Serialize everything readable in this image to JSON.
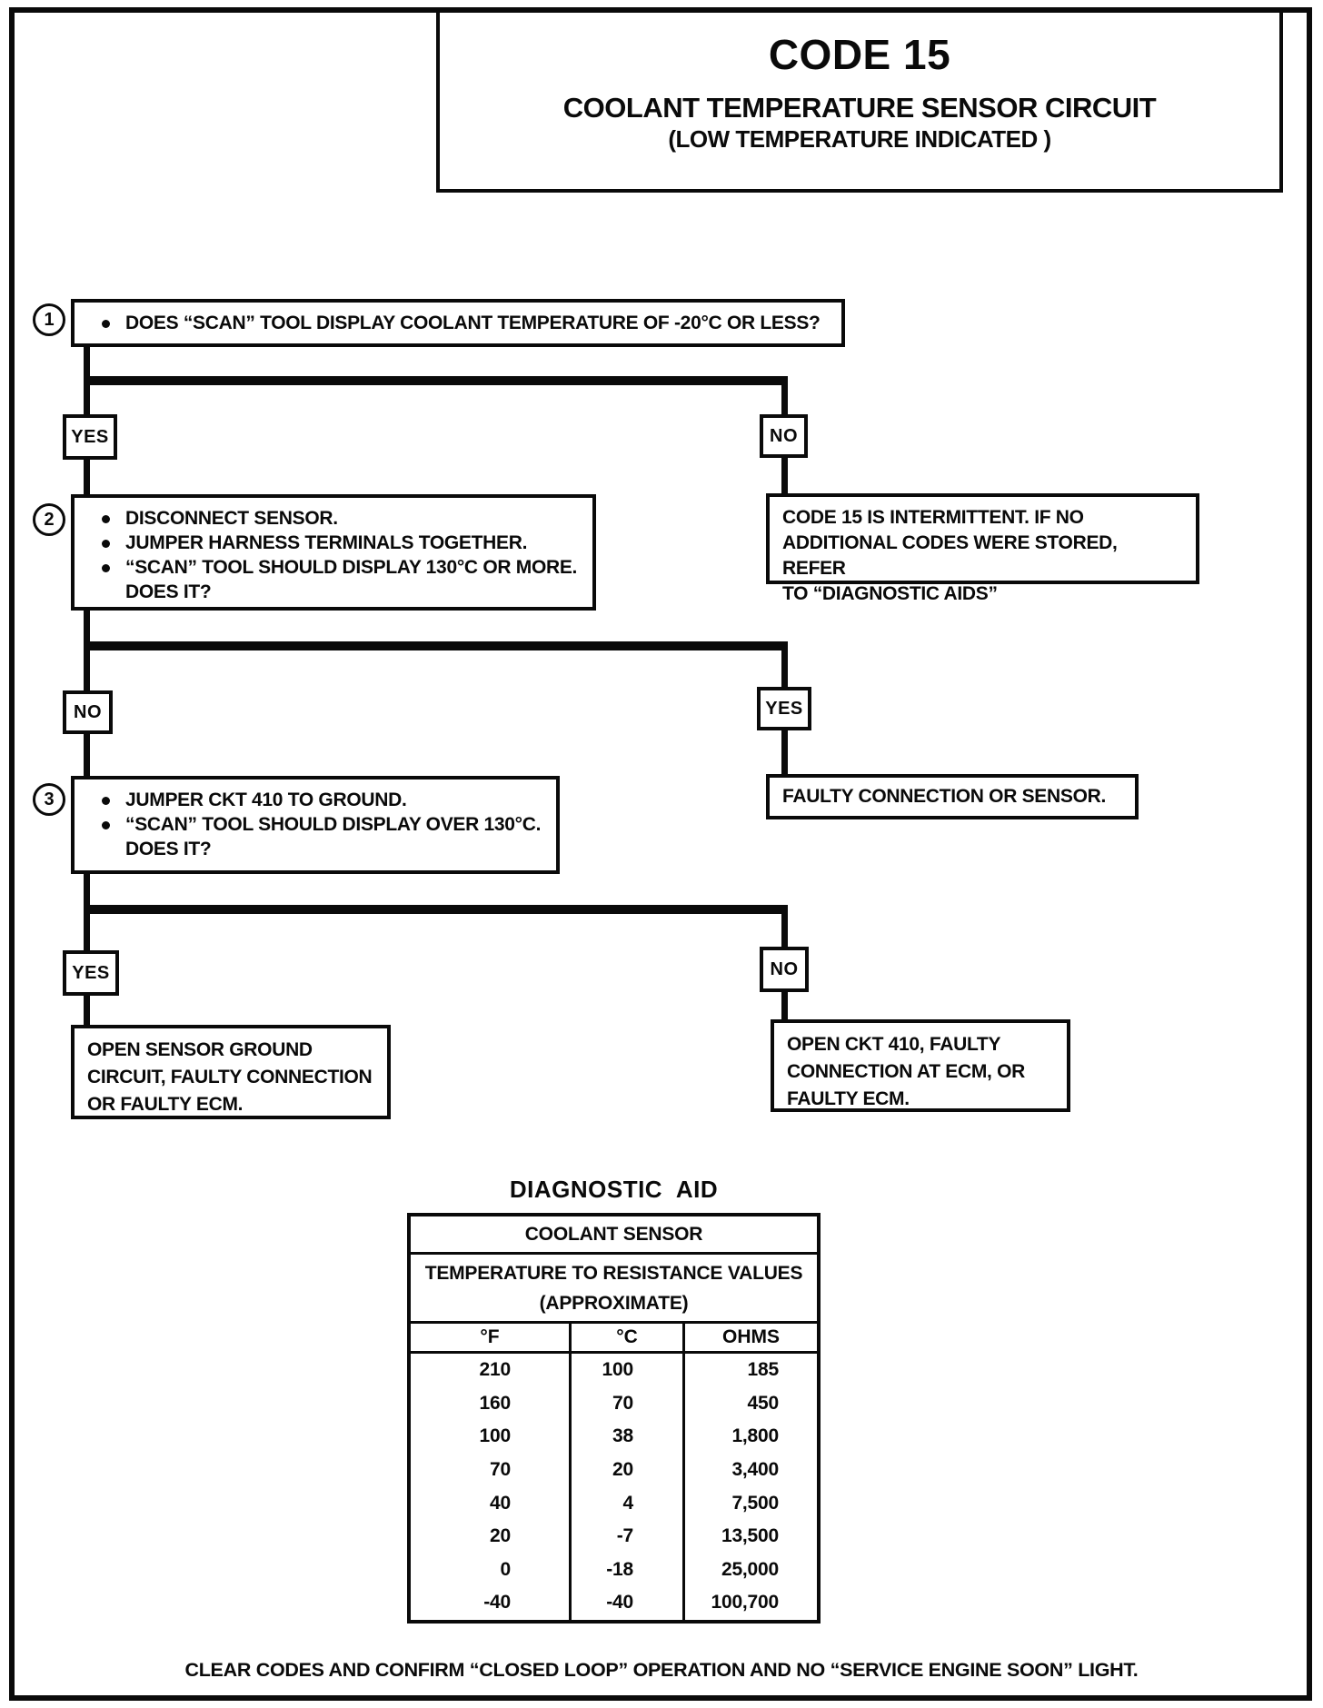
{
  "title": {
    "code": "CODE 15",
    "subtitle": "COOLANT TEMPERATURE SENSOR CIRCUIT",
    "subtitle2": "(LOW TEMPERATURE INDICATED )"
  },
  "flowchart": {
    "step1": {
      "number": "1",
      "question": "DOES “SCAN” TOOL DISPLAY COOLANT TEMPERATURE OF -20°C OR LESS?"
    },
    "level1": {
      "left_label": "YES",
      "right_label": "NO"
    },
    "intermittent_box": "CODE 15 IS INTERMITTENT.  IF NO\nADDITIONAL CODES WERE STORED,  REFER\nTO “DIAGNOSTIC AIDS”",
    "step2": {
      "number": "2",
      "bullets": [
        "DISCONNECT SENSOR.",
        "JUMPER HARNESS TERMINALS TOGETHER.",
        "“SCAN” TOOL SHOULD DISPLAY 130°C OR MORE.\nDOES IT?"
      ]
    },
    "level2": {
      "left_label": "NO",
      "right_label": "YES"
    },
    "faulty_sensor_box": "FAULTY CONNECTION OR SENSOR.",
    "step3": {
      "number": "3",
      "bullets": [
        "JUMPER CKT 410 TO GROUND.",
        "“SCAN” TOOL SHOULD DISPLAY OVER 130°C.\nDOES IT?"
      ]
    },
    "level3": {
      "left_label": "YES",
      "right_label": "NO"
    },
    "open_ground_box": "OPEN SENSOR GROUND\nCIRCUIT, FAULTY CONNECTION\nOR FAULTY ECM.",
    "open_ckt_box": "OPEN CKT  410, FAULTY\nCONNECTION AT ECM, OR\nFAULTY ECM."
  },
  "diagnostic_aid": {
    "heading": "DIAGNOSTIC AID",
    "table": {
      "title": "COOLANT SENSOR",
      "subtitle": "TEMPERATURE TO RESISTANCE VALUES",
      "subtitle2": "(APPROXIMATE)",
      "columns": [
        "°F",
        "°C",
        "OHMS"
      ],
      "rows": [
        [
          "210",
          "100",
          "185"
        ],
        [
          "160",
          "70",
          "450"
        ],
        [
          "100",
          "38",
          "1,800"
        ],
        [
          "70",
          "20",
          "3,400"
        ],
        [
          "40",
          "4",
          "7,500"
        ],
        [
          "20",
          "-7",
          "13,500"
        ],
        [
          "0",
          "-18",
          "25,000"
        ],
        [
          "-40",
          "-40",
          "100,700"
        ]
      ]
    }
  },
  "footer": "CLEAR CODES AND CONFIRM “CLOSED LOOP”  OPERATION AND NO “SERVICE ENGINE SOON” LIGHT."
}
